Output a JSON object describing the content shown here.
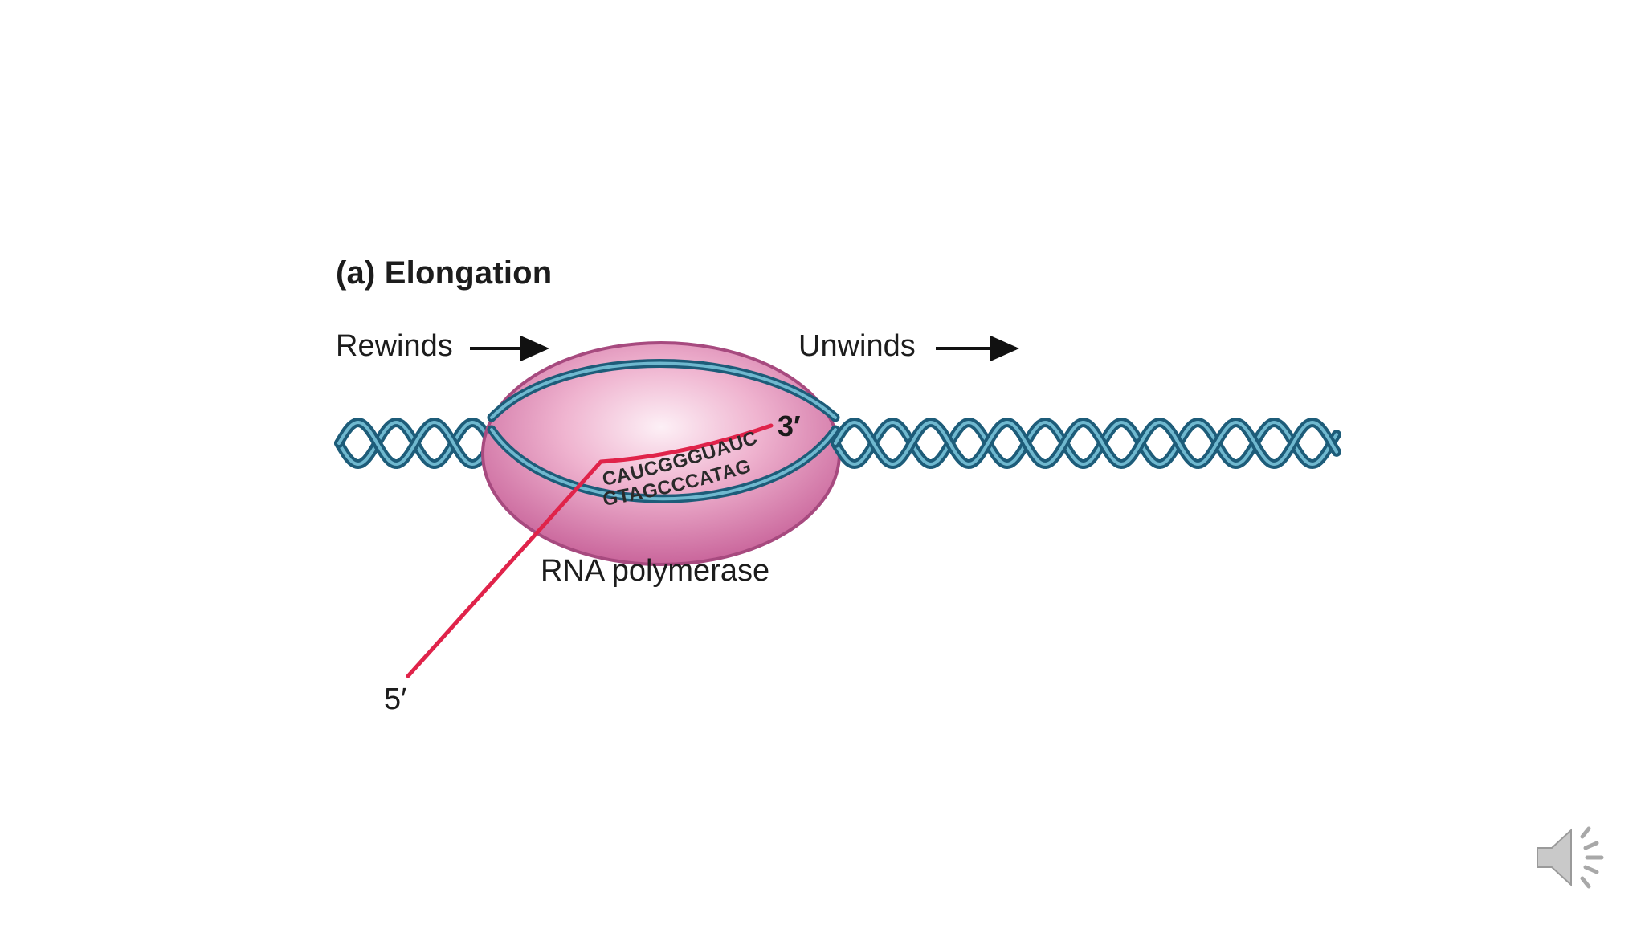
{
  "diagram": {
    "title": "(a) Elongation",
    "labels": {
      "rewinds": "Rewinds",
      "unwinds": "Unwinds",
      "rna_polymerase": "RNA polymerase",
      "five_prime": "5′",
      "three_prime": "3′"
    },
    "sequences": {
      "rna": "CAUCGGGUAUC",
      "dna_template": "GTAGCCCATAG"
    },
    "colors": {
      "dna_strand": "#1d5c79",
      "dna_strand_light": "#6fb8cf",
      "rna_strand": "#e0234a",
      "polymerase": "#c9659b",
      "polymerase_center": "#fbe6f0"
    }
  },
  "controls": {
    "audio_icon": "speaker-icon"
  }
}
